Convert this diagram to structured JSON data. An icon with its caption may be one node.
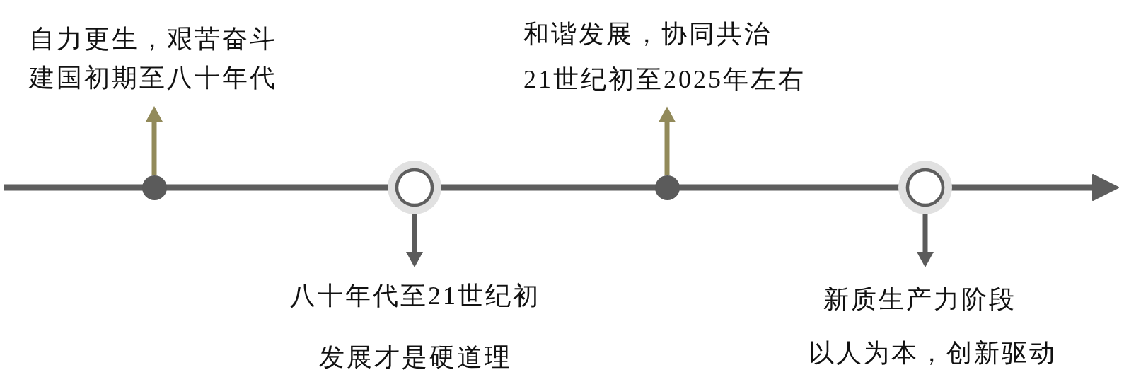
{
  "diagram": {
    "nodes": [
      {
        "text": [
          "自力更生，艰苦奋斗",
          "建国初期至八十年代"
        ]
      },
      {
        "text": [],
        "shape": "circle"
      },
      {
        "text": [],
        "shape": "circle"
      },
      {
        "text": [
          "八十年代至21世纪初",
          "发展才是硬道理"
        ]
      },
      {
        "text": [
          "和谐发展，协同共治",
          "21世纪初至2025年左右"
        ]
      },
      {
        "text": [],
        "shape": "circle"
      },
      {
        "text": [],
        "shape": "circle"
      },
      {
        "text": [
          "新质生产力阶段",
          "以人为本，创新驱动"
        ]
      }
    ],
    "edges": [
      {
        "from": 1,
        "to": 0,
        "arrow": "to",
        "color": "#928a5a"
      },
      {
        "from": 2,
        "to": 3,
        "arrow": "to"
      },
      {
        "from": 5,
        "to": 4,
        "arrow": "to",
        "color": "#928a5a"
      },
      {
        "from": 6,
        "to": 7,
        "arrow": "to"
      }
    ]
  }
}
